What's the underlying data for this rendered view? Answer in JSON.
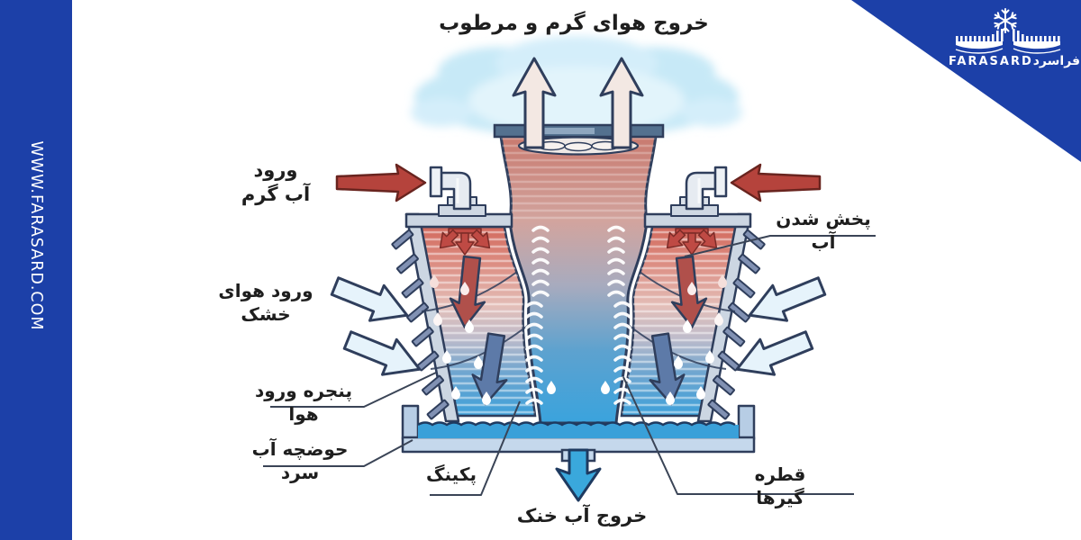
{
  "page": {
    "background_color": "#ffffff",
    "accent_blue": "#1c40a8",
    "outline_color": "#2f3e5c"
  },
  "sidebar": {
    "website_url": "WWW.FARASARD.COM"
  },
  "logo": {
    "brand_latin": "FARASARD",
    "brand_persian": "فراسرد",
    "icons": [
      "snowflake-icon",
      "cooling-tower-silhouette-icon"
    ]
  },
  "diagram": {
    "title": "خروج هوای گرم و مرطوب",
    "labels": {
      "warm_water_in_line1": "ورود",
      "warm_water_in_line2": "آب گرم",
      "water_spread": "پخش شدن آب",
      "dry_air_in": "ورود هوای خشک",
      "air_inlet_window": "پنجره ورود هوا",
      "cold_water_basin": "حوضچه آب سرد",
      "packing": "پکینگ",
      "drift_eliminators": "قطره گیرها",
      "cold_water_out": "خروج آب خنک"
    },
    "colors": {
      "hot_water": "#c8796e",
      "cold_water": "#3aa0d9",
      "steam_cloud": "#c7e9f7",
      "inlet_arrow_red": "#b5433c",
      "dry_air_arrow": "#e6f3fb",
      "warm_air_arrow": "#f3e8e3"
    }
  }
}
